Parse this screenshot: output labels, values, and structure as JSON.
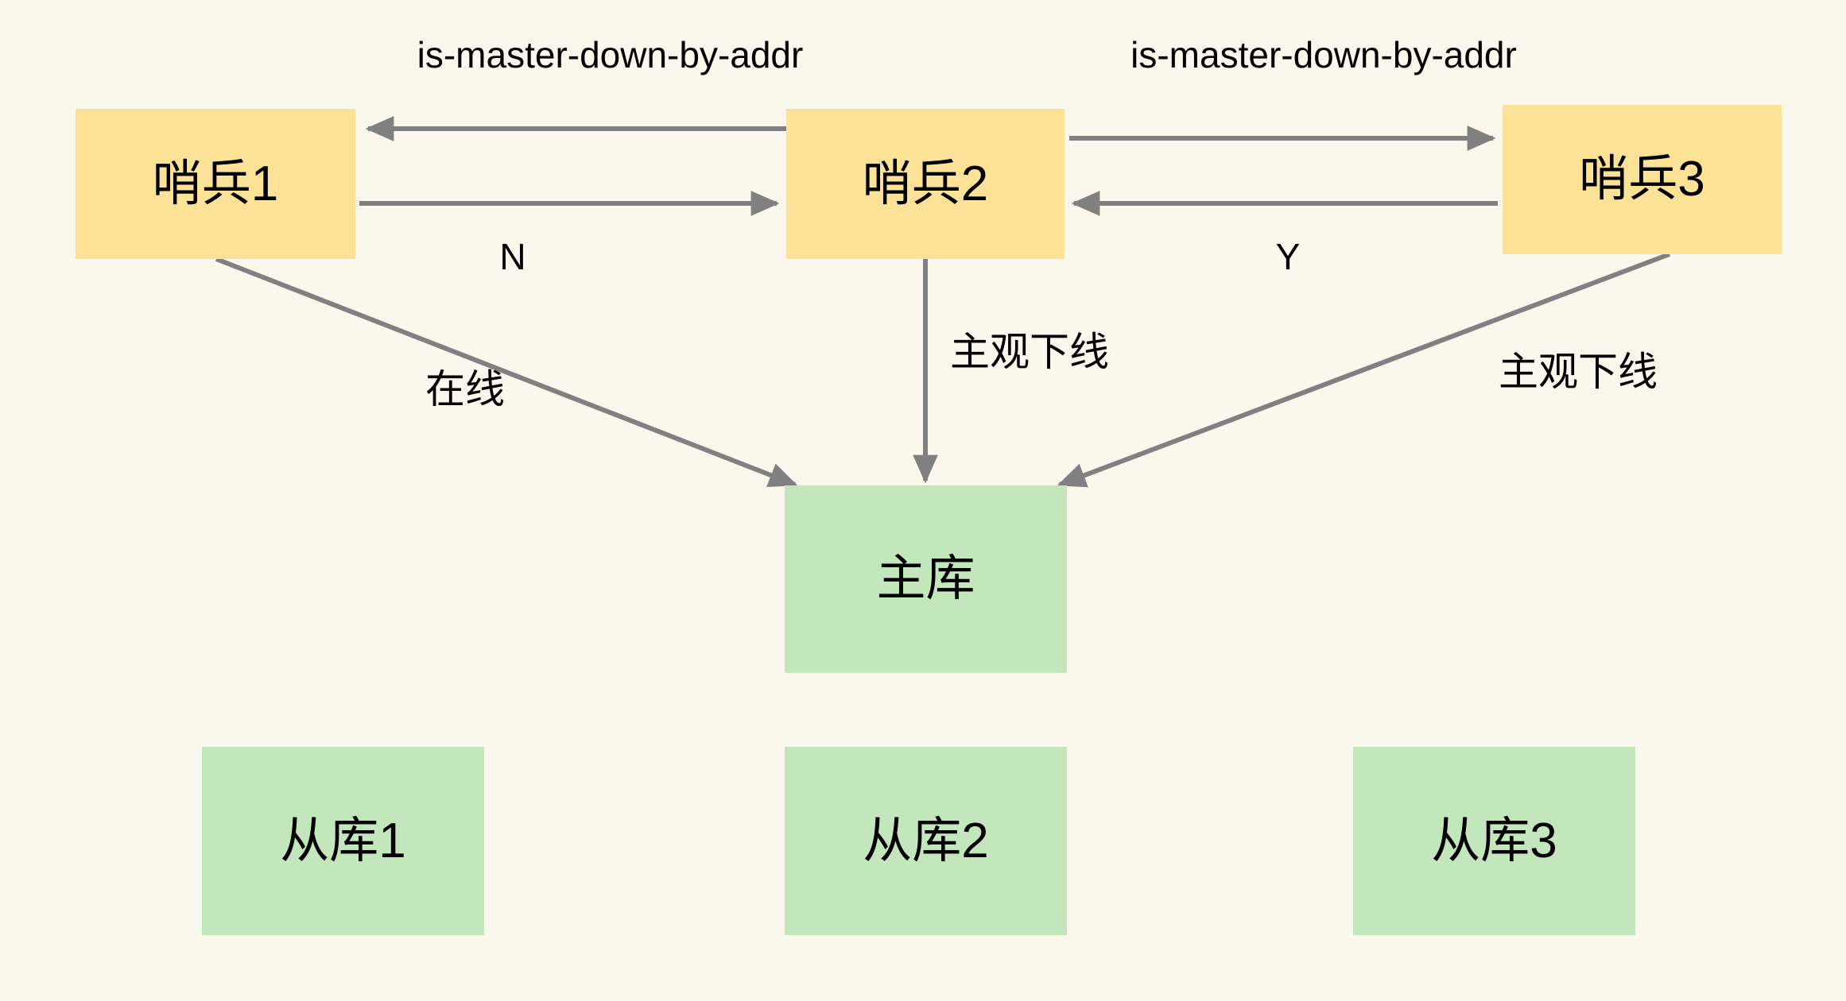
{
  "diagram": {
    "background_color": "#FAF7EC",
    "sentinel_color": "#FBE296",
    "database_color": "#C4E6BC",
    "edge_color": "#808080",
    "text_color": "#000000"
  },
  "nodes": {
    "sentinels": [
      {
        "id": "sentinel-1",
        "label": "哨兵1"
      },
      {
        "id": "sentinel-2",
        "label": "哨兵2"
      },
      {
        "id": "sentinel-3",
        "label": "哨兵3"
      }
    ],
    "master": {
      "id": "master-db",
      "label": "主库"
    },
    "replicas": [
      {
        "id": "replica-1",
        "label": "从库1"
      },
      {
        "id": "replica-2",
        "label": "从库2"
      },
      {
        "id": "replica-3",
        "label": "从库3"
      }
    ]
  },
  "edge_labels": {
    "left_protocol": "is-master-down-by-addr",
    "right_protocol": "is-master-down-by-addr",
    "left_answer": "N",
    "right_answer": "Y",
    "sentinel1_to_master": "在线",
    "sentinel2_to_master": "主观下线",
    "sentinel3_to_master": "主观下线"
  },
  "edges": [
    {
      "from": "sentinel-2",
      "to": "sentinel-1",
      "label": "is-master-down-by-addr",
      "direction": "left"
    },
    {
      "from": "sentinel-1",
      "to": "sentinel-2",
      "label": "N",
      "direction": "right"
    },
    {
      "from": "sentinel-2",
      "to": "sentinel-3",
      "label": "is-master-down-by-addr",
      "direction": "right"
    },
    {
      "from": "sentinel-3",
      "to": "sentinel-2",
      "label": "Y",
      "direction": "left"
    },
    {
      "from": "sentinel-1",
      "to": "master-db",
      "label": "在线",
      "direction": "diagonal-down-right"
    },
    {
      "from": "sentinel-2",
      "to": "master-db",
      "label": "主观下线",
      "direction": "down"
    },
    {
      "from": "sentinel-3",
      "to": "master-db",
      "label": "主观下线",
      "direction": "diagonal-down-left"
    }
  ]
}
